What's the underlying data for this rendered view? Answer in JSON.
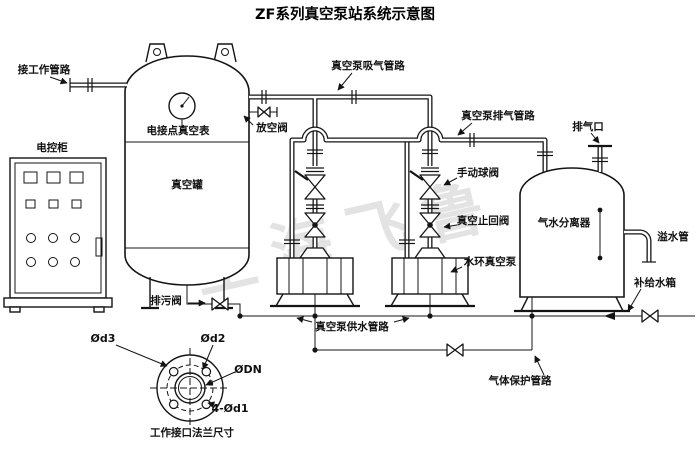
{
  "title": "ZF系列真空泵站系统示意图",
  "watermark": "上海飞鲁",
  "labels": {
    "work_pipe": "接工作管路",
    "cabinet": "电控柜",
    "gauge": "电接点真空表",
    "vent_valve": "放空阀",
    "tank": "真空罐",
    "drain_valve": "排污阀",
    "suction_pipe": "真空泵吸气管路",
    "exhaust_pipe": "真空泵排气管路",
    "exhaust_port": "排气口",
    "ball_valve": "手动球阀",
    "check_valve": "真空止回阀",
    "pump": "水环真空泵",
    "separator": "气水分离器",
    "overflow": "溢水管",
    "makeup_water": "补给水箱",
    "supply_pipe": "真空泵供水管路",
    "gas_pipe": "气体保护管路"
  },
  "flange": {
    "d3": "Ød3",
    "d2": "Ød2",
    "dn": "ØDN",
    "d1": "4-Ød1",
    "caption": "工作接口法兰尺寸"
  }
}
